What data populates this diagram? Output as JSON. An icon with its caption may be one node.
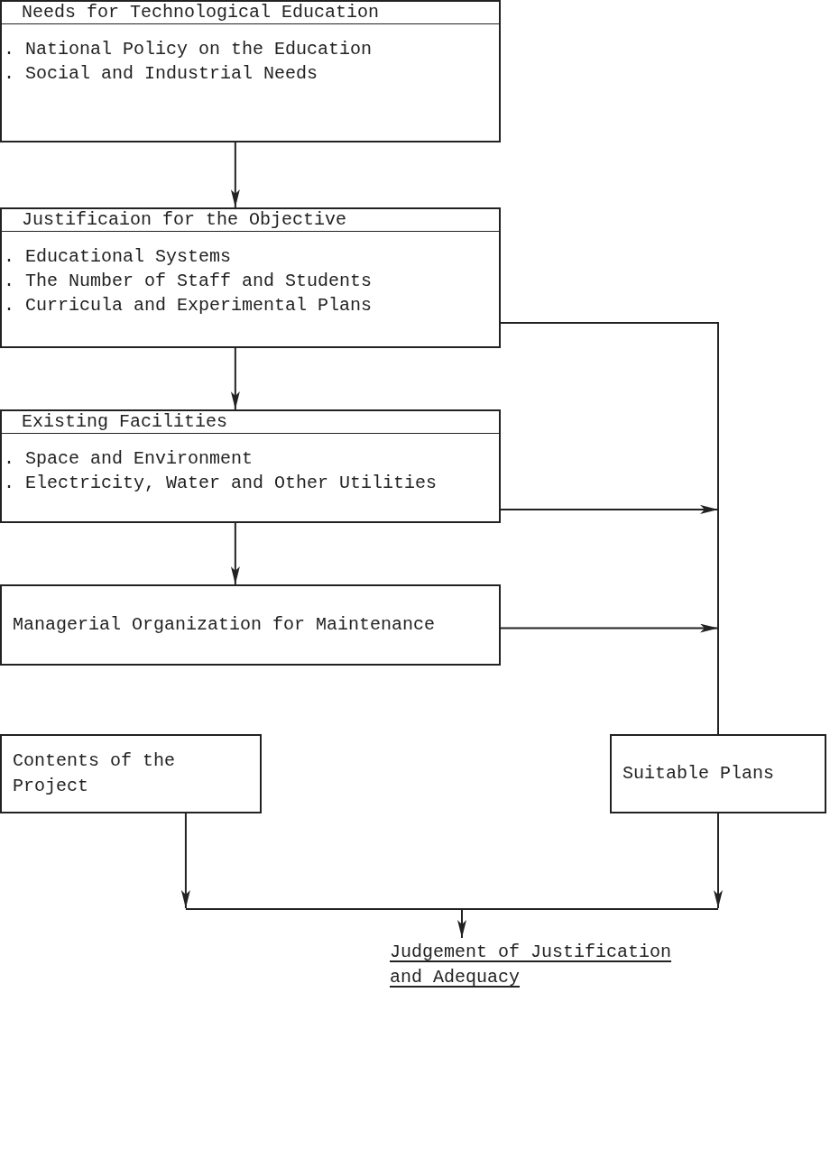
{
  "diagram": {
    "nodes": [
      {
        "text": [
          "Needs for Technological Education",
          ". National Policy on the Education",
          ". Social and Industrial Needs"
        ]
      },
      {
        "text": [
          "Justificaion for the Objective",
          ". Educational Systems",
          ". The Number of Staff and Students",
          ". Curricula and Experimental Plans"
        ]
      },
      {
        "text": [
          "Existing Facilities",
          ". Space and Environment",
          ". Electricity, Water and Other Utilities"
        ]
      },
      {
        "text": [
          "Managerial Organization for Maintenance"
        ]
      },
      {
        "text": [
          "Contents of the Project"
        ]
      },
      {
        "text": [
          "Suitable Plans"
        ]
      },
      {
        "text": [
          "Judgement of Justification and Adequacy"
        ]
      }
    ],
    "edges": [
      {
        "from": 0,
        "to": 1,
        "arrow": "to"
      },
      {
        "from": 1,
        "to": 2,
        "arrow": "to"
      },
      {
        "from": 2,
        "to": 3,
        "arrow": "to"
      },
      {
        "from": 1,
        "to": 5,
        "arrow": "none"
      },
      {
        "from": 2,
        "to": null,
        "arrow": "to"
      },
      {
        "from": 3,
        "to": null,
        "arrow": "to"
      },
      {
        "from": 4,
        "to": 6,
        "arrow": "to"
      },
      {
        "from": 5,
        "to": 6,
        "arrow": "to"
      }
    ]
  }
}
